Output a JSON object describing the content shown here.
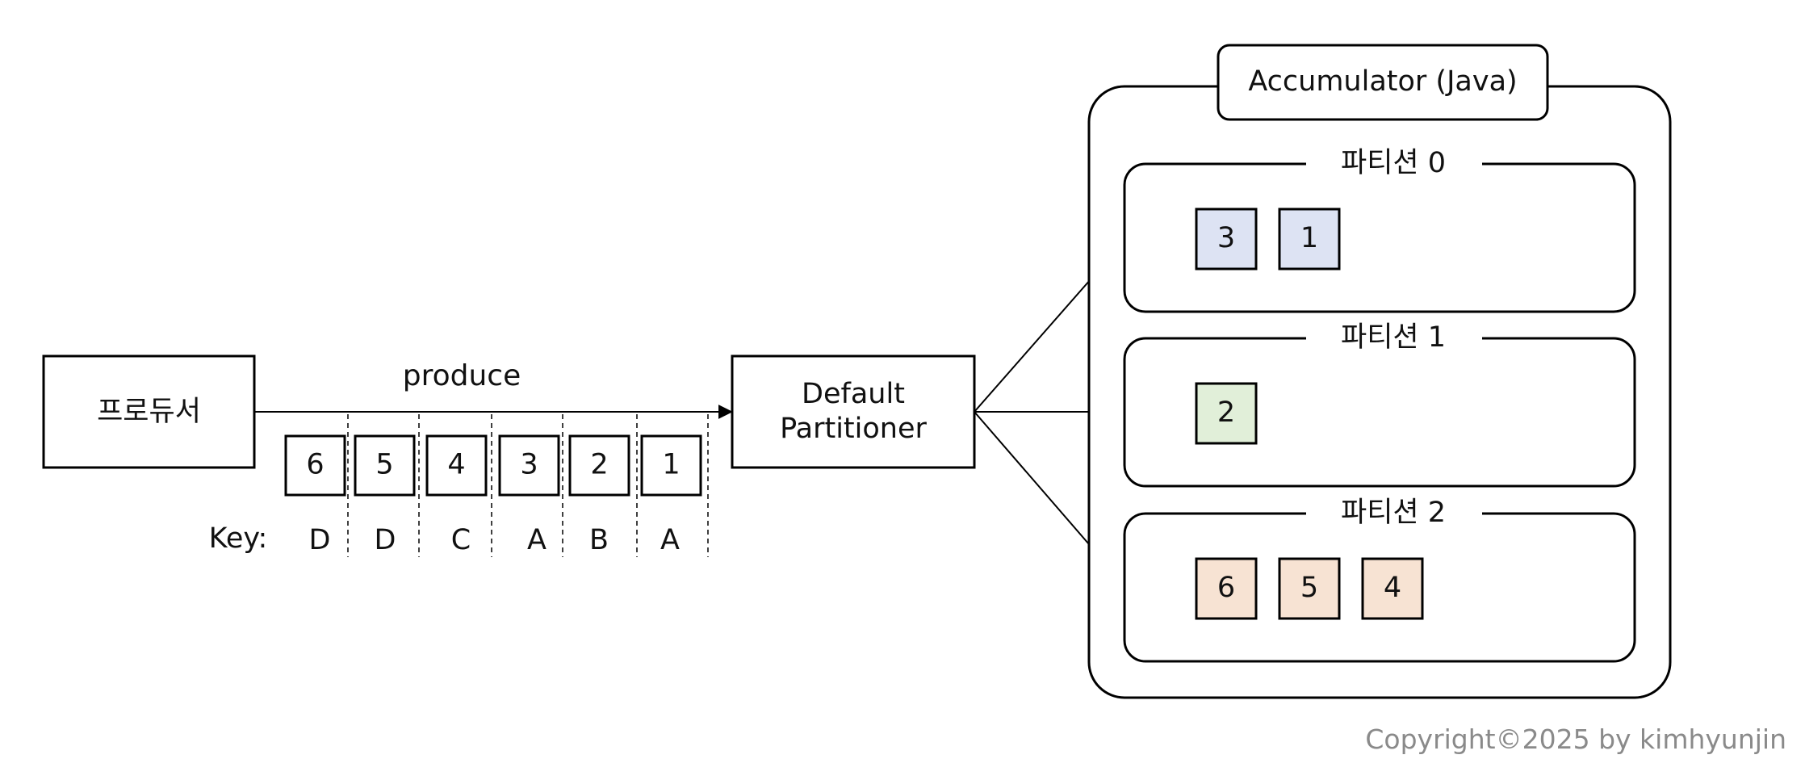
{
  "producer": {
    "label": "프로듀서"
  },
  "produce_label": "produce",
  "partitioner": {
    "line1": "Default",
    "line2": "Partitioner"
  },
  "key_label": "Key:",
  "messages": [
    {
      "id": "6",
      "key": "D"
    },
    {
      "id": "5",
      "key": "D"
    },
    {
      "id": "4",
      "key": "C"
    },
    {
      "id": "3",
      "key": "A"
    },
    {
      "id": "2",
      "key": "B"
    },
    {
      "id": "1",
      "key": "A"
    }
  ],
  "accumulator": {
    "title": "Accumulator (Java)",
    "partitions": [
      {
        "title": "파티션 0",
        "records": [
          "3",
          "1"
        ],
        "color": "#dde3f3"
      },
      {
        "title": "파티션 1",
        "records": [
          "2"
        ],
        "color": "#e1efd9"
      },
      {
        "title": "파티션 2",
        "records": [
          "6",
          "5",
          "4"
        ],
        "color": "#f7e3d3"
      }
    ]
  },
  "copyright": "Copyright©2025 by kimhyunjin"
}
